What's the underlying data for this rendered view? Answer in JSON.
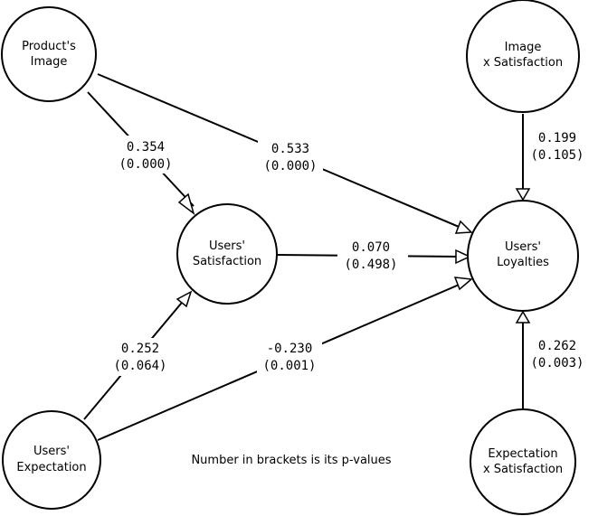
{
  "nodes": {
    "image": {
      "lines": [
        "Product's",
        "Image"
      ]
    },
    "satisfaction": {
      "lines": [
        "Users'",
        "Satisfaction"
      ]
    },
    "expectation": {
      "lines": [
        "Users'",
        "Expectation"
      ]
    },
    "loyalties": {
      "lines": [
        "Users'",
        "Loyalties"
      ]
    },
    "image_x_sat": {
      "lines": [
        "Image",
        "x Satisfaction"
      ]
    },
    "exp_x_sat": {
      "lines": [
        "Expectation",
        "x Satisfaction"
      ]
    }
  },
  "edges": {
    "image_satisfaction": {
      "coef": "0.354",
      "p": "(0.000)"
    },
    "image_loyalties": {
      "coef": "0.533",
      "p": "(0.000)"
    },
    "satisfaction_loyalties": {
      "coef": "0.070",
      "p": "(0.498)"
    },
    "expectation_satisfaction": {
      "coef": "0.252",
      "p": "(0.064)"
    },
    "expectation_loyalties": {
      "coef": "-0.230",
      "p": "(0.001)"
    },
    "imagexsat_loyalties": {
      "coef": "0.199",
      "p": "(0.105)"
    },
    "expxsat_loyalties": {
      "coef": "0.262",
      "p": "(0.003)"
    }
  },
  "note": "Number in brackets is its p-values"
}
